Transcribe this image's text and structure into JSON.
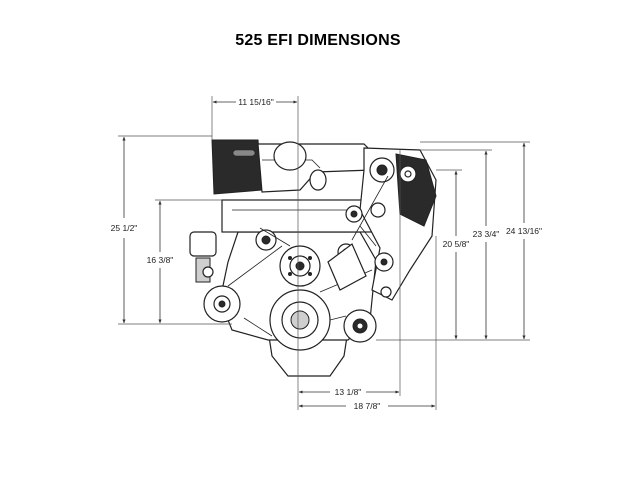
{
  "title": "525 EFI DIMENSIONS",
  "dimensions": {
    "width_top": "11 15/16\"",
    "height_left_outer": "25 1/2\"",
    "height_left_inner": "16 3/8\"",
    "height_right_1": "20 5/8\"",
    "height_right_2": "23 3/4\"",
    "height_right_3": "24 13/16\"",
    "width_bottom_1": "13 1/8\"",
    "width_bottom_2": "18 7/8\""
  }
}
